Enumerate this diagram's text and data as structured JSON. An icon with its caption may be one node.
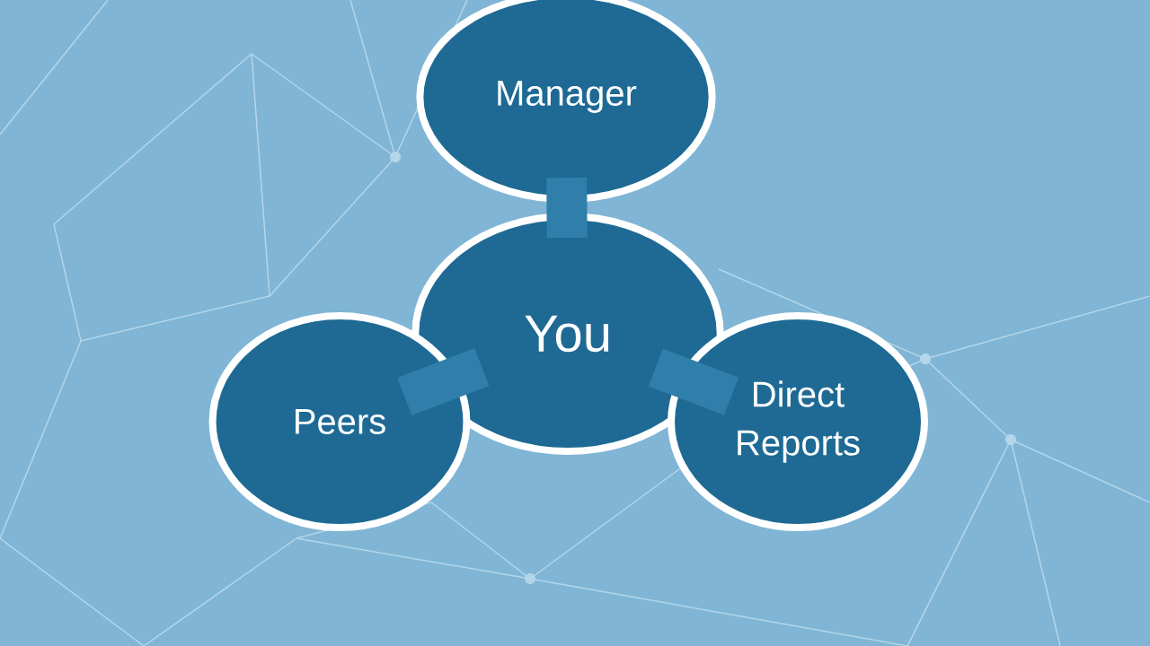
{
  "diagram": {
    "nodes": [
      {
        "text": [
          "Manager"
        ]
      },
      {
        "text": [
          "You"
        ]
      },
      {
        "text": [
          "Peers"
        ]
      },
      {
        "text": [
          "Direct Reports"
        ]
      }
    ],
    "edges": [
      {
        "from": 1,
        "to": 0,
        "arrow": "none"
      },
      {
        "from": 1,
        "to": 2,
        "arrow": "none"
      },
      {
        "from": 1,
        "to": 3,
        "arrow": "none"
      }
    ]
  }
}
